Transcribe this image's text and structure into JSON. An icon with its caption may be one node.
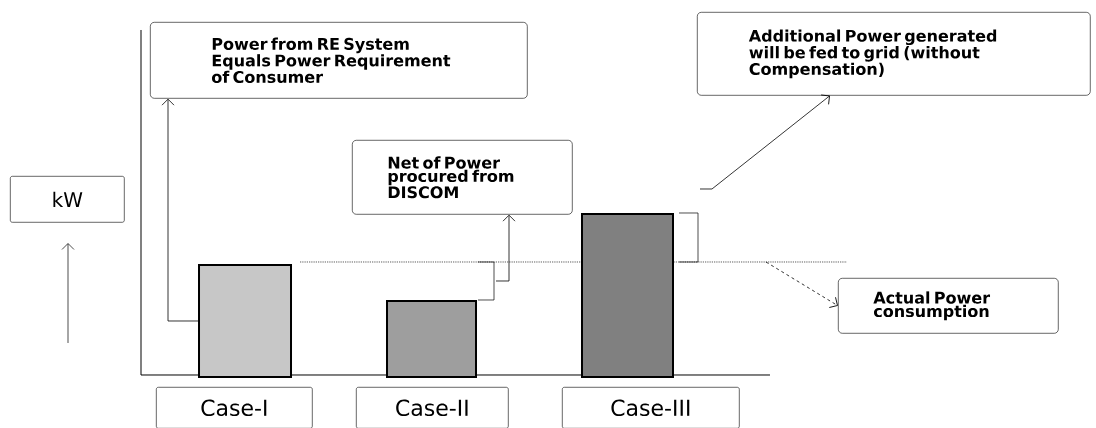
{
  "diagram": {
    "nodes": [
      {
        "text": [
          "Power from RE System Equals Power Requirement of Consumer"
        ]
      },
      {
        "text": [
          "Additional Power generated will be fed to grid (without Compensation)"
        ]
      },
      {
        "text": [
          "Net of Power procured from DISCOM"
        ]
      },
      {
        "text": [
          "kW"
        ]
      },
      {
        "text": [
          "Actual Power consumption"
        ]
      },
      {
        "text": [],
        "shape": "bar"
      },
      {
        "text": [],
        "shape": "bar"
      },
      {
        "text": [],
        "shape": "bar"
      },
      {
        "text": [
          "Case-I"
        ]
      },
      {
        "text": [
          "Case-II"
        ]
      },
      {
        "text": [
          "Case-III"
        ]
      }
    ],
    "edges": [
      {
        "from": 5,
        "to": 0,
        "arrow": "to"
      },
      {
        "from": 6,
        "to": 2,
        "arrow": "to"
      },
      {
        "from": 7,
        "to": 1,
        "arrow": "to"
      },
      {
        "from": null,
        "to": 4,
        "arrow": "to",
        "style": "dashed"
      }
    ]
  }
}
